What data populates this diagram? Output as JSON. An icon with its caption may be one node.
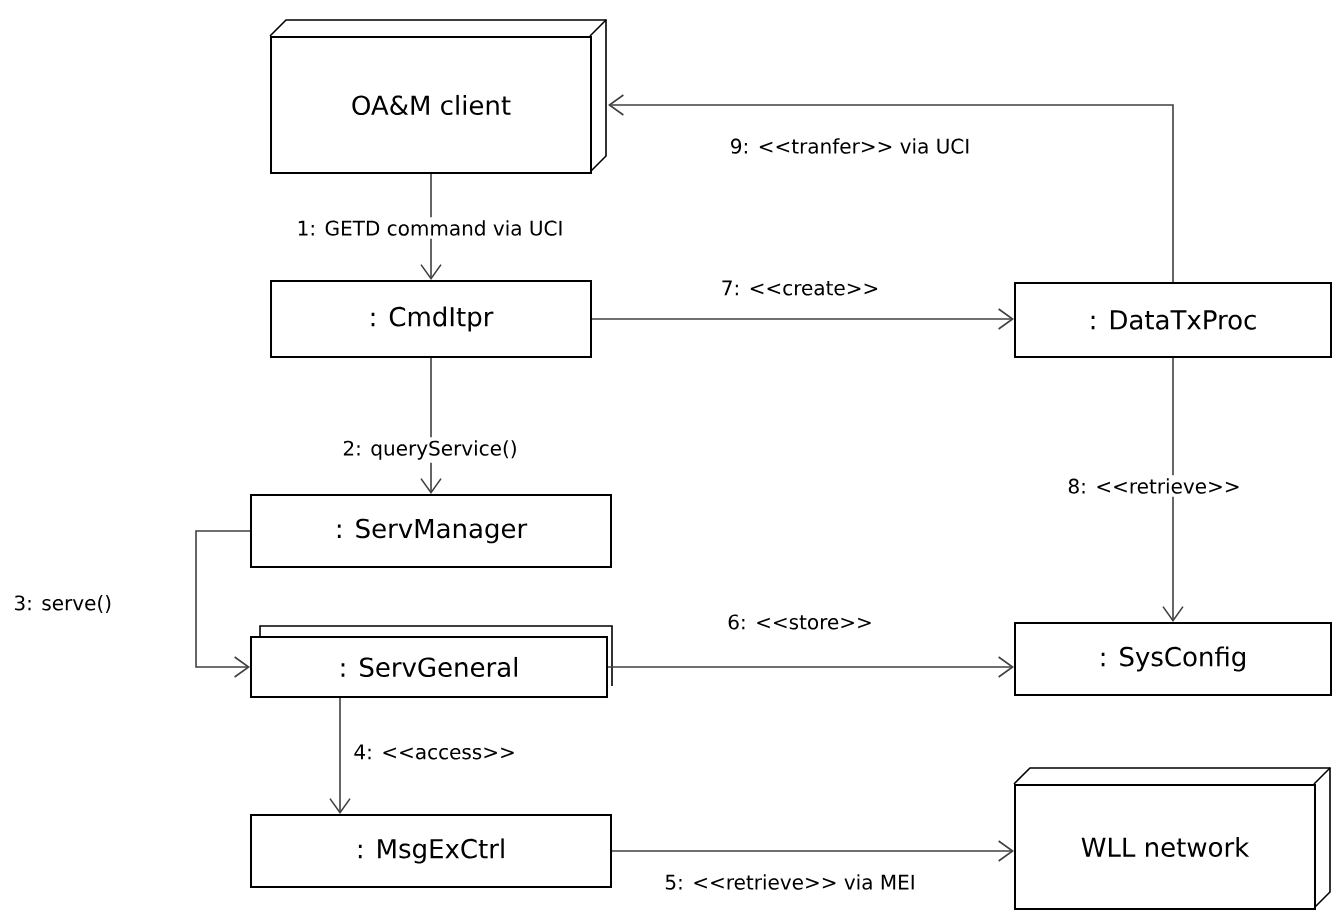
{
  "diagram": {
    "nodes": [
      {
        "text": [
          "OA&M client"
        ]
      },
      {
        "text": [
          ": CmdItpr"
        ]
      },
      {
        "text": [
          ": DataTxProc"
        ]
      },
      {
        "text": [
          ": ServManager"
        ]
      },
      {
        "text": [
          ": ServGeneral"
        ]
      },
      {
        "text": [
          ": SysConfig"
        ]
      },
      {
        "text": [
          ": MsgExCtrl"
        ]
      },
      {
        "text": [
          "WLL network"
        ]
      }
    ],
    "edges": [
      {
        "from": 0,
        "to": 1,
        "arrow": "to",
        "label": "1: GETD command via UCI"
      },
      {
        "from": 1,
        "to": 3,
        "arrow": "to",
        "label": "2: queryService()"
      },
      {
        "from": 3,
        "to": 4,
        "arrow": "to",
        "label": "3: serve()"
      },
      {
        "from": 4,
        "to": 6,
        "arrow": "to",
        "label": "4: <<access>>"
      },
      {
        "from": 6,
        "to": 7,
        "arrow": "to",
        "label": "5: <<retrieve>> via MEI"
      },
      {
        "from": 4,
        "to": 5,
        "arrow": "to",
        "label": "6: <<store>>"
      },
      {
        "from": 1,
        "to": 2,
        "arrow": "to",
        "label": "7: <<create>>"
      },
      {
        "from": 2,
        "to": 5,
        "arrow": "to",
        "label": "8: <<retrieve>>"
      },
      {
        "from": 2,
        "to": 0,
        "arrow": "to",
        "label": "9: <<tranfer>> via UCI"
      }
    ]
  }
}
